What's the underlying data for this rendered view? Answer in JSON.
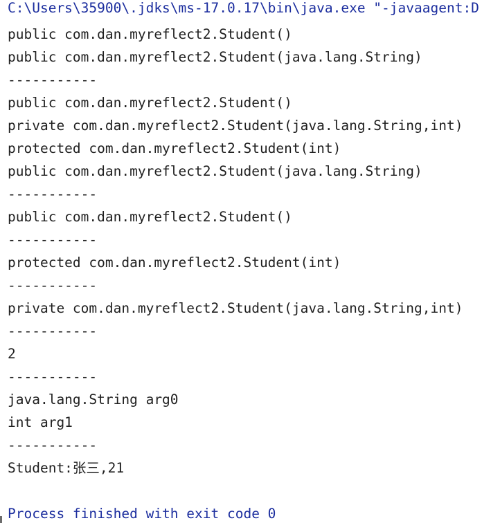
{
  "console": {
    "command_line": "C:\\Users\\35900\\.jdks\\ms-17.0.17\\bin\\java.exe \"-javaagent:D",
    "output_lines": [
      "public com.dan.myreflect2.Student()",
      "public com.dan.myreflect2.Student(java.lang.String)",
      "-----------",
      "public com.dan.myreflect2.Student()",
      "private com.dan.myreflect2.Student(java.lang.String,int)",
      "protected com.dan.myreflect2.Student(int)",
      "public com.dan.myreflect2.Student(java.lang.String)",
      "-----------",
      "public com.dan.myreflect2.Student()",
      "-----------",
      "protected com.dan.myreflect2.Student(int)",
      "-----------",
      "private com.dan.myreflect2.Student(java.lang.String,int)",
      "-----------",
      "2",
      "-----------",
      "java.lang.String arg0",
      "int arg1",
      "-----------",
      "Student:张三,21"
    ],
    "exit_message": "Process finished with exit code 0",
    "colors": {
      "command": "#1b2d9e",
      "output": "#1f1f1f",
      "exit_message": "#1b2d9e",
      "background": "#ffffff"
    }
  }
}
